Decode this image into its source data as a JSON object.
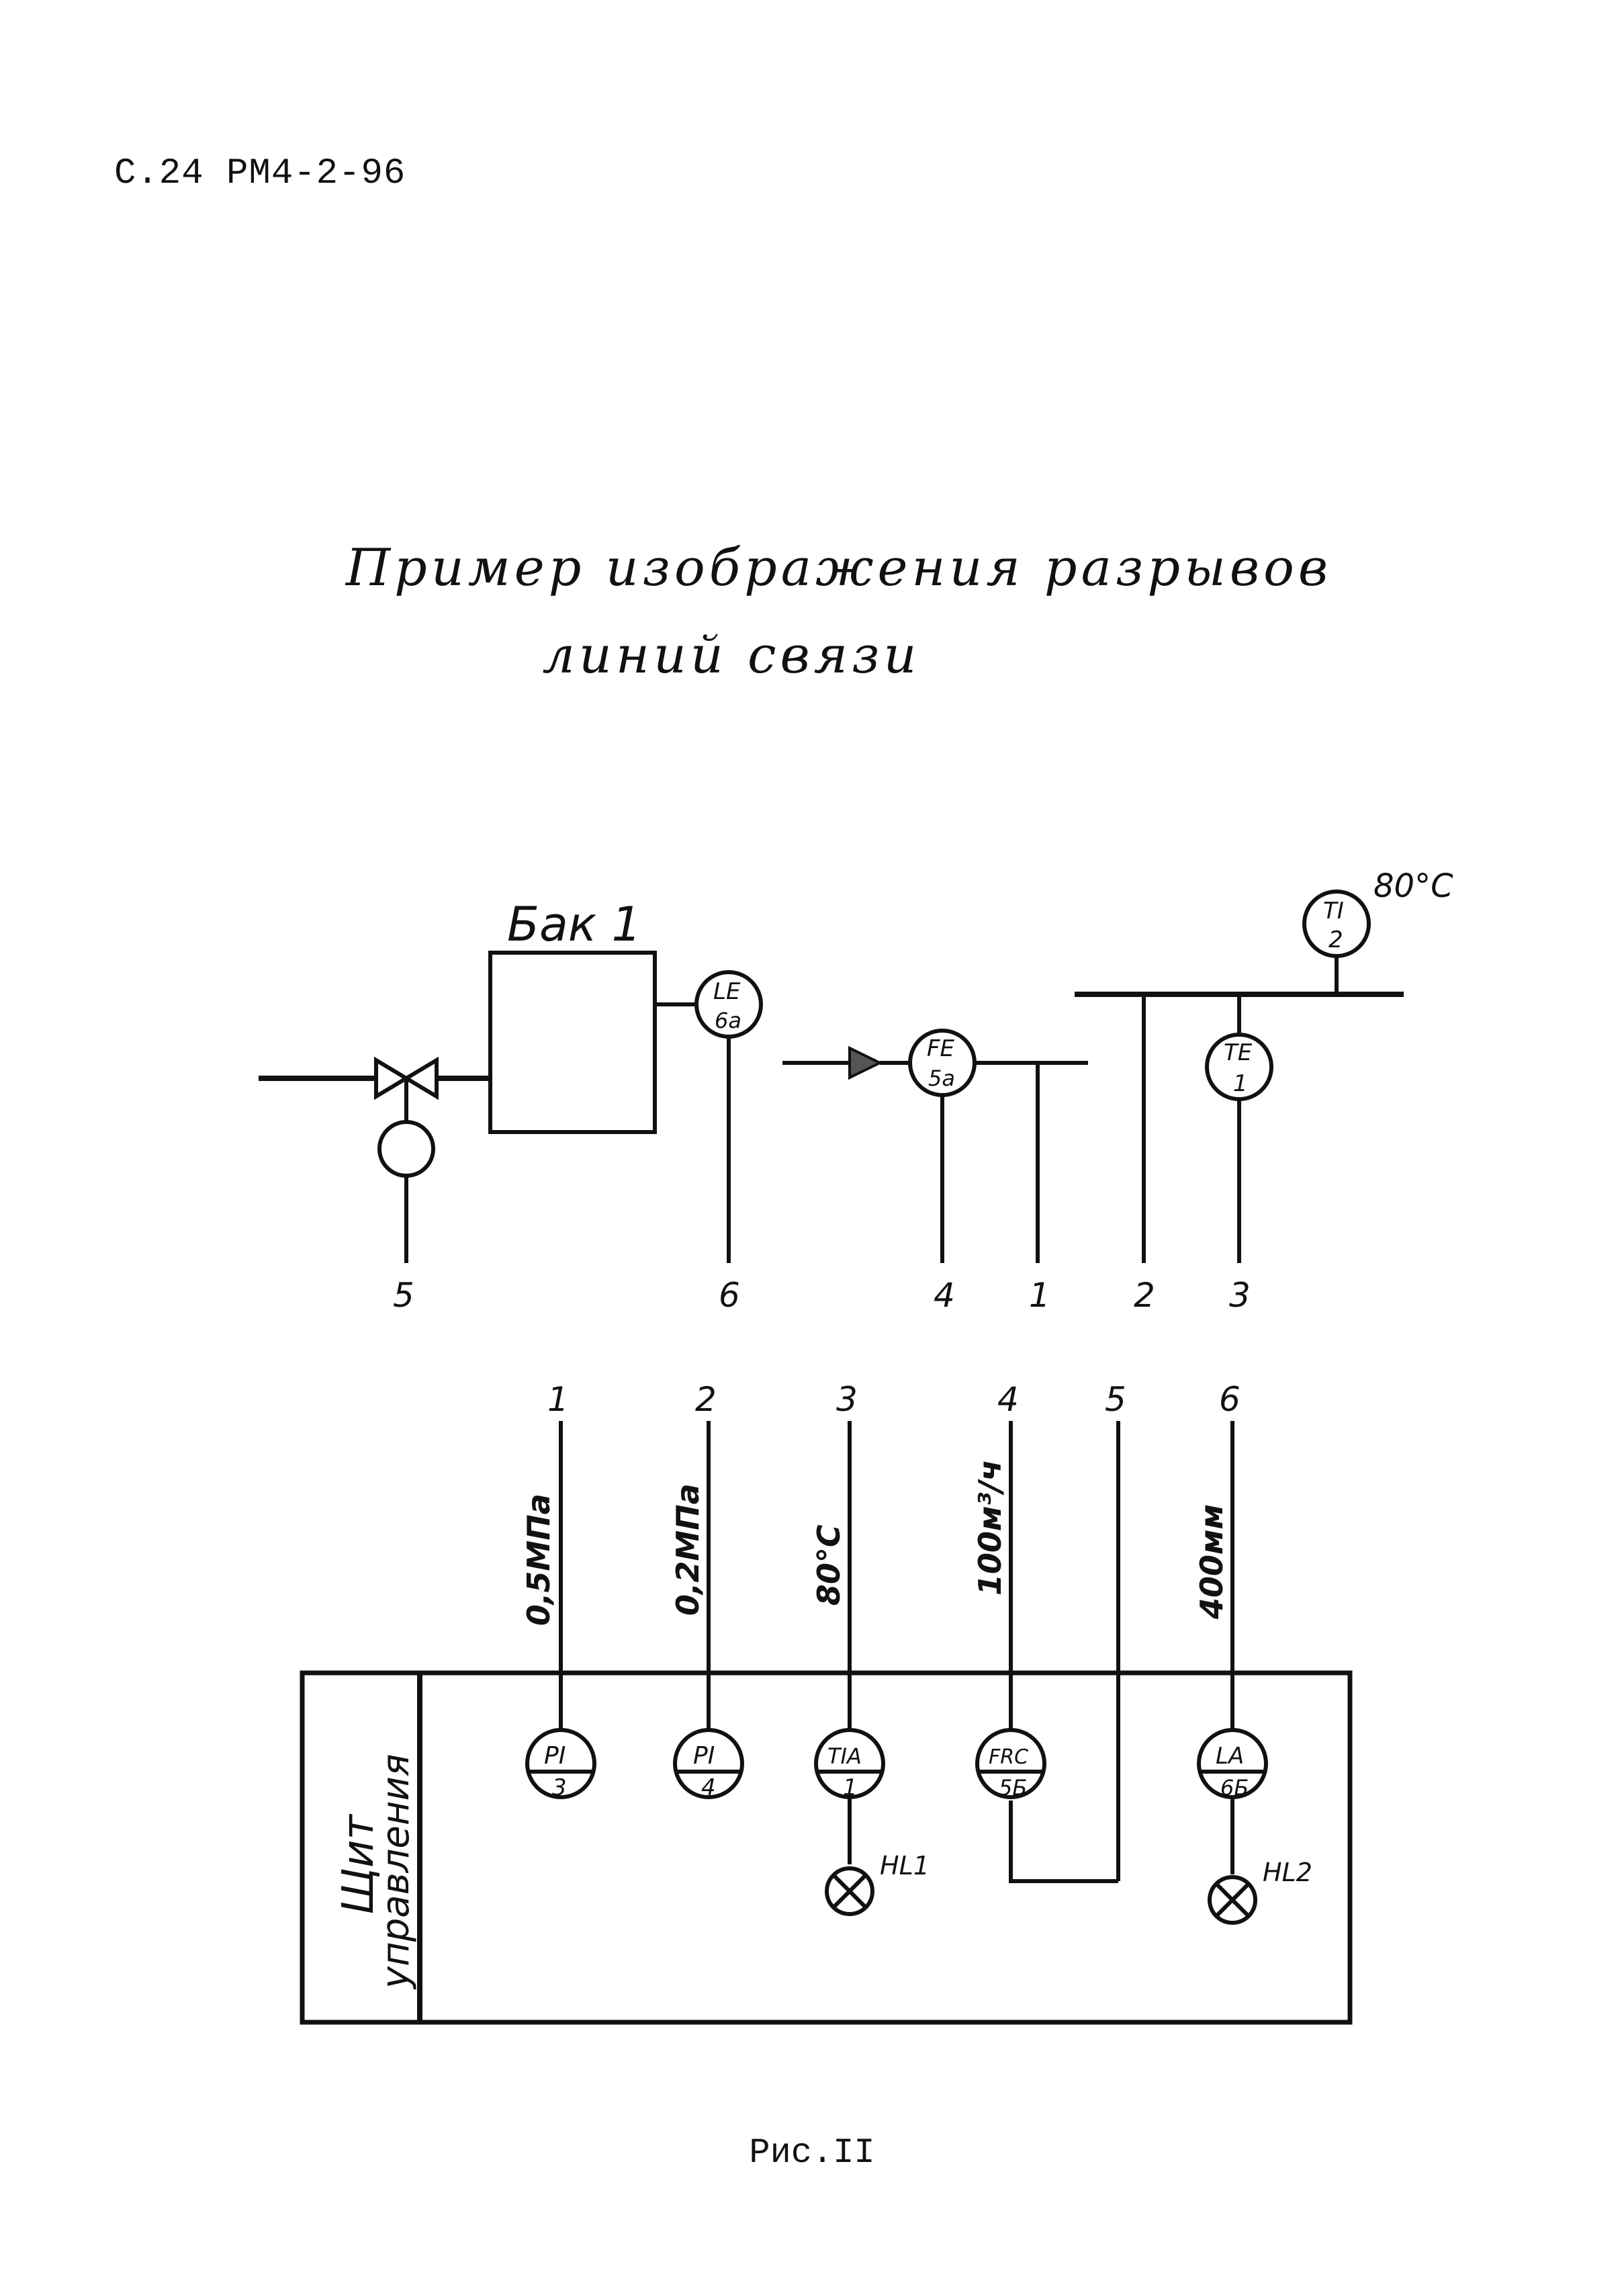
{
  "header": {
    "doc_code": "С.24 РМ4-2-96"
  },
  "title": {
    "line1": "Пример изображения разрывов",
    "line2": "линий связи"
  },
  "tank": {
    "label": "Бак 1"
  },
  "field_instruments": [
    {
      "code": "LE",
      "num": "6а"
    },
    {
      "code": "FE",
      "num": "5а"
    },
    {
      "code": "TI",
      "num": "2"
    },
    {
      "code": "TE",
      "num": "1"
    }
  ],
  "temp_value": "80°С",
  "field_line_numbers": [
    "5",
    "6",
    "4",
    "1",
    "2",
    "3"
  ],
  "panel_line_numbers": [
    "1",
    "2",
    "3",
    "4",
    "5",
    "6"
  ],
  "panel_line_values": [
    "0,5МПа",
    "0,2МПа",
    "80°С",
    "100м³/ч",
    "400мм"
  ],
  "panel": {
    "label_line1": "Щит",
    "label_line2": "управления",
    "instruments": [
      {
        "code": "PI",
        "num": "3"
      },
      {
        "code": "PI",
        "num": "4"
      },
      {
        "code": "TIA",
        "num": "1"
      },
      {
        "code": "FRC",
        "num": "5Б"
      },
      {
        "code": "LA",
        "num": "6Б"
      }
    ],
    "lamps": [
      "HL1",
      "HL2"
    ]
  },
  "caption": "Рис.II"
}
